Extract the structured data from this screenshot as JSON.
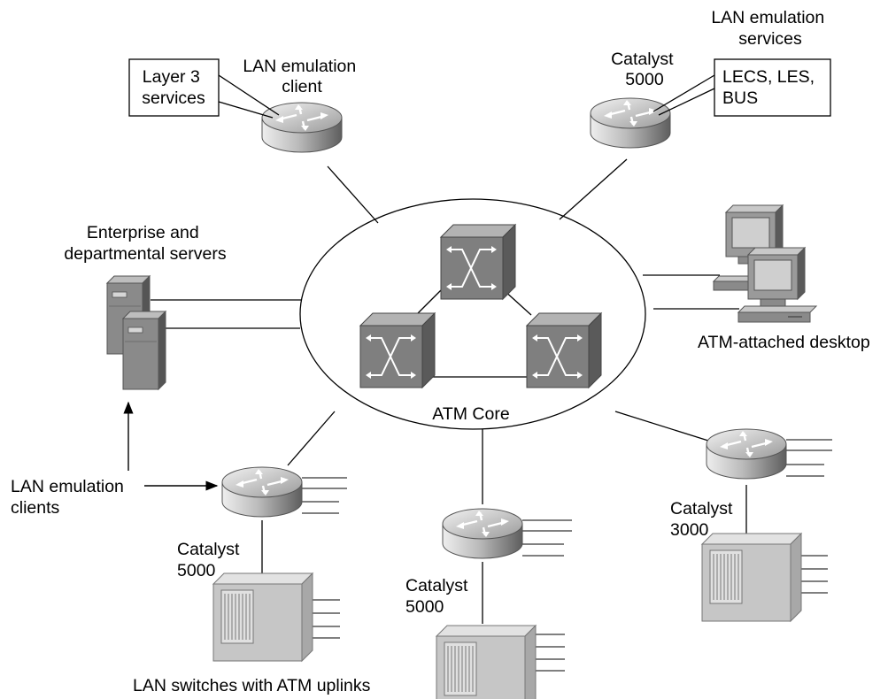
{
  "labels": {
    "lec_top": [
      "LAN emulation",
      "client"
    ],
    "layer3_box": [
      "Layer 3",
      "services"
    ],
    "les_services": [
      "LAN emulation",
      "services"
    ],
    "cat_top_right": [
      "Catalyst",
      "5000"
    ],
    "lecs_box": [
      "LECS, LES,",
      "BUS"
    ],
    "servers": [
      "Enterprise and",
      "departmental servers"
    ],
    "desktop": "ATM-attached desktop",
    "atm_core": "ATM Core",
    "lec_clients": [
      "LAN emulation",
      "clients"
    ],
    "cat_bottom_left": [
      "Catalyst",
      "5000"
    ],
    "cat_bottom_center": [
      "Catalyst",
      "5000"
    ],
    "cat_right": [
      "Catalyst",
      "3000"
    ],
    "lan_switches": "LAN switches with ATM uplinks"
  },
  "colors": {
    "router_light": "#eeeeee",
    "router_dark": "#666666",
    "atm_switch": "#7f7f7f",
    "atm_switch_top": "#b3b3b3",
    "lan_switch": "#c6c6c6",
    "server": "#8a8a8a",
    "monitor": "#9a9a9a"
  },
  "icons": [
    "router-icon",
    "atm-switch-icon",
    "server-icon",
    "workstation-icon",
    "lan-switch-icon"
  ]
}
